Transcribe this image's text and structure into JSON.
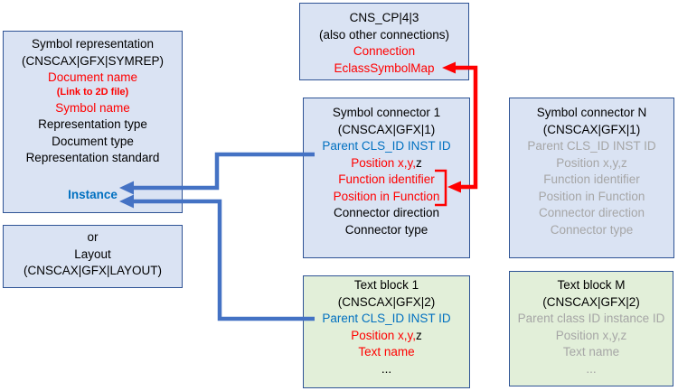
{
  "colors": {
    "box_blue_fill": "#dae3f3",
    "box_green_fill": "#e2efd9",
    "box_border": "#2e5395",
    "arrow_blue": "#4472c4",
    "arrow_red": "#ff0000",
    "text_red": "#ff0000",
    "text_blue": "#0070c0",
    "text_gray": "#a6a6a6"
  },
  "boxes": {
    "symrep": {
      "rows": [
        "Symbol representation",
        "(CNSCAX|GFX|SYMREP)",
        "Document name",
        "(Link to 2D file)",
        "Symbol name",
        "Representation type",
        "Document type",
        "Representation standard",
        "Instance"
      ]
    },
    "layout": {
      "rows": [
        "or",
        "Layout",
        "(CNSCAX|GFX|LAYOUT)"
      ]
    },
    "cnscp": {
      "rows": [
        "CNS_CP|4|3",
        "(also other connections)",
        "Connection",
        "EclassSymbolMap"
      ]
    },
    "connector1": {
      "rows": [
        "Symbol connector 1",
        "(CNSCAX|GFX|1)",
        "Parent CLS_ID INST ID",
        "Position x,y,",
        "Function identifier",
        "Position in Function",
        "Connector direction",
        "Connector type"
      ],
      "position_z": "z"
    },
    "connectorN": {
      "rows": [
        "Symbol connector N",
        "(CNSCAX|GFX|1)",
        "Parent CLS_ID INST ID",
        "Position x,y,z",
        "Function identifier",
        "Position in Function",
        "Connector direction",
        "Connector type"
      ]
    },
    "textblock1": {
      "rows": [
        "Text block 1",
        "(CNSCAX|GFX|2)",
        "Parent CLS_ID INST ID",
        "Position x,y,",
        "Text name",
        "..."
      ],
      "position_z": "z"
    },
    "textblockM": {
      "rows": [
        "Text block M",
        "(CNSCAX|GFX|2)",
        "Parent class ID instance ID",
        "Position x,y,z",
        "Text name",
        "..."
      ]
    }
  }
}
